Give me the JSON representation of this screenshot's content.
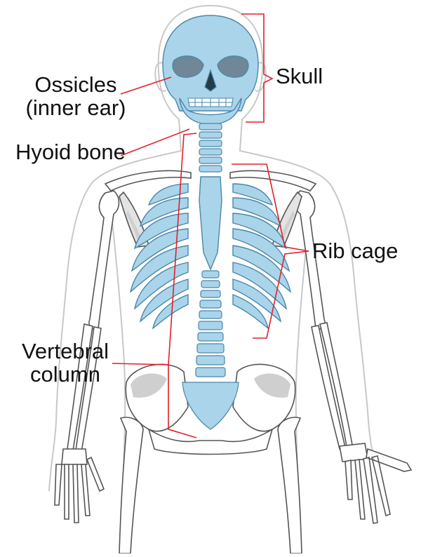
{
  "labels": {
    "ossicles_line1": "Ossicles",
    "ossicles_line2": "(inner ear)",
    "hyoid": "Hyoid bone",
    "skull": "Skull",
    "rib_cage": "Rib cage",
    "vertebral_line1": "Vertebral",
    "vertebral_line2": "column"
  },
  "colors": {
    "axial_bone_fill": "#a9d4ea",
    "axial_bone_stroke": "#4a86a8",
    "appendicular_bone_fill": "#ffffff",
    "bone_shadow": "#cfcfcf",
    "body_outline": "#c8c8c8",
    "leader_line": "#e0202a",
    "label_text": "#111111"
  }
}
